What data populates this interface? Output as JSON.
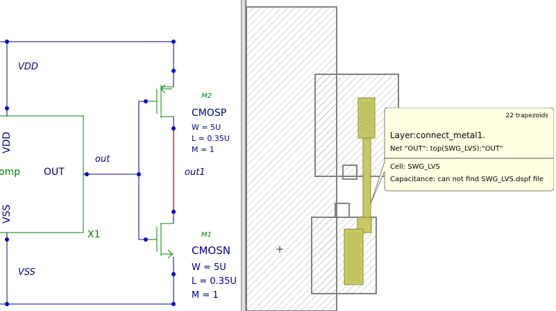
{
  "schematic": {
    "nets": {
      "vdd": "VDD",
      "vss": "VSS",
      "out": "out",
      "out1": "out1"
    },
    "instance": {
      "pin_vdd": "VDD",
      "cell_name_partial": "omp",
      "pin_out": "OUT",
      "pin_vss": "VSS",
      "instance_name": "X1"
    },
    "pmos": {
      "name": "M2",
      "model": "CMOSP",
      "w": "W = 5U",
      "l": "L = 0.35U",
      "m": "M = 1"
    },
    "nmos": {
      "name": "M1",
      "model": "CMOSN",
      "w": "W = 5U",
      "l": "L = 0.35U",
      "m": "M = 1"
    }
  },
  "tooltip": {
    "count": "22 trapezoids",
    "layer": "Layer:connect_metal1.",
    "net": "Net \"OUT\": top(SWG_LVS):\"OUT\"",
    "cell": "Cell: SWG_LVS",
    "capacitance": "Capacitance: can not find SWG_LVS.dspf file"
  },
  "colors": {
    "wire": "#00008b",
    "net_label": "#00008b",
    "device_outline": "#008000",
    "highlight_wire": "#cc0000",
    "metal_fill": "#c8c864",
    "tooltip_bg": "#ffffe1"
  }
}
